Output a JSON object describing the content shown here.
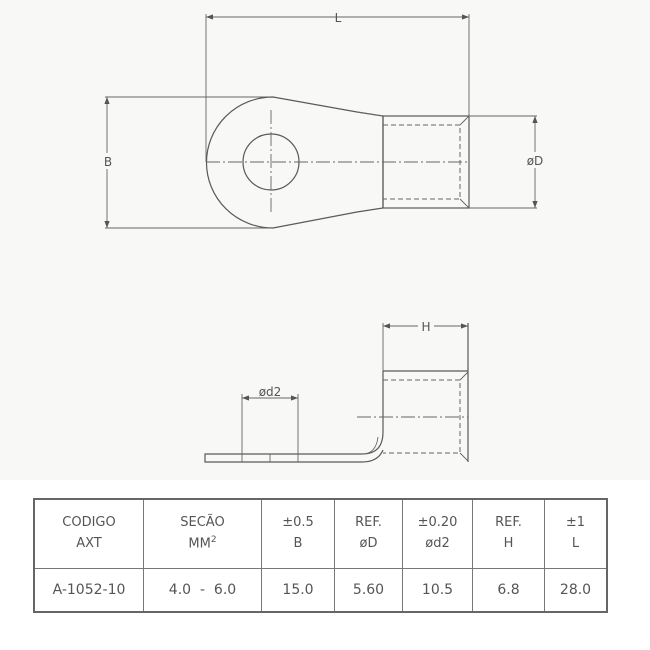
{
  "drawing": {
    "top_view": {
      "dim_L": "L",
      "dim_B": "B",
      "dim_D": "øD"
    },
    "side_view": {
      "dim_H": "H",
      "dim_d2": "ød2"
    }
  },
  "table": {
    "headers": [
      {
        "line1": "CODIGO",
        "line2": "AXT"
      },
      {
        "line1": "SECÃO",
        "line2": "MM",
        "sup": "2"
      },
      {
        "line1": "±0.5",
        "line2": "B"
      },
      {
        "line1": "REF.",
        "line2": "øD"
      },
      {
        "line1": "±0.20",
        "line2": "ød2"
      },
      {
        "line1": "REF.",
        "line2": "H"
      },
      {
        "line1": "±1",
        "line2": "L"
      }
    ],
    "rows": [
      [
        "A-1052-10",
        "4.0  -  6.0",
        "15.0",
        "5.60",
        "10.5",
        "6.8",
        "28.0"
      ]
    ]
  }
}
